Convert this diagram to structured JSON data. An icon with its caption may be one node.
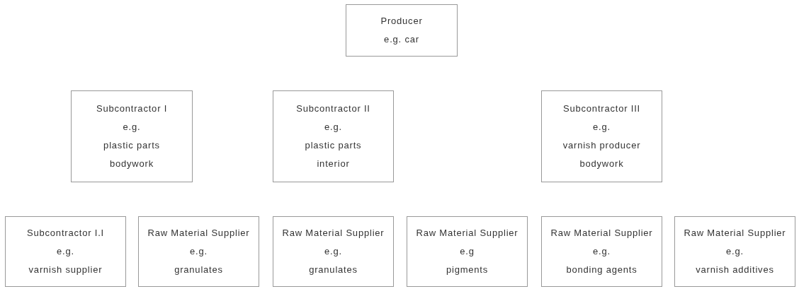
{
  "diagram": {
    "nodes": [
      {
        "text": [
          "Producer",
          "e.g. car"
        ]
      },
      {
        "text": [
          "Subcontractor I",
          "e.g.",
          "plastic parts",
          "bodywork"
        ]
      },
      {
        "text": [
          "Subcontractor II",
          "e.g.",
          "plastic parts",
          "interior"
        ]
      },
      {
        "text": [
          "Subcontractor III",
          "e.g.",
          "varnish producer",
          "bodywork"
        ]
      },
      {
        "text": [
          "Subcontractor I.I",
          "e.g.",
          "varnish supplier"
        ]
      },
      {
        "text": [
          "Raw Material Supplier",
          "e.g.",
          "granulates"
        ]
      },
      {
        "text": [
          "Raw Material Supplier",
          "e.g.",
          "granulates"
        ]
      },
      {
        "text": [
          "Raw Material Supplier",
          "e.g",
          "pigments"
        ]
      },
      {
        "text": [
          "Raw Material Supplier",
          "e.g.",
          "bonding agents"
        ]
      },
      {
        "text": [
          "Raw Material Supplier",
          "e.g.",
          "varnish additives"
        ]
      }
    ]
  }
}
